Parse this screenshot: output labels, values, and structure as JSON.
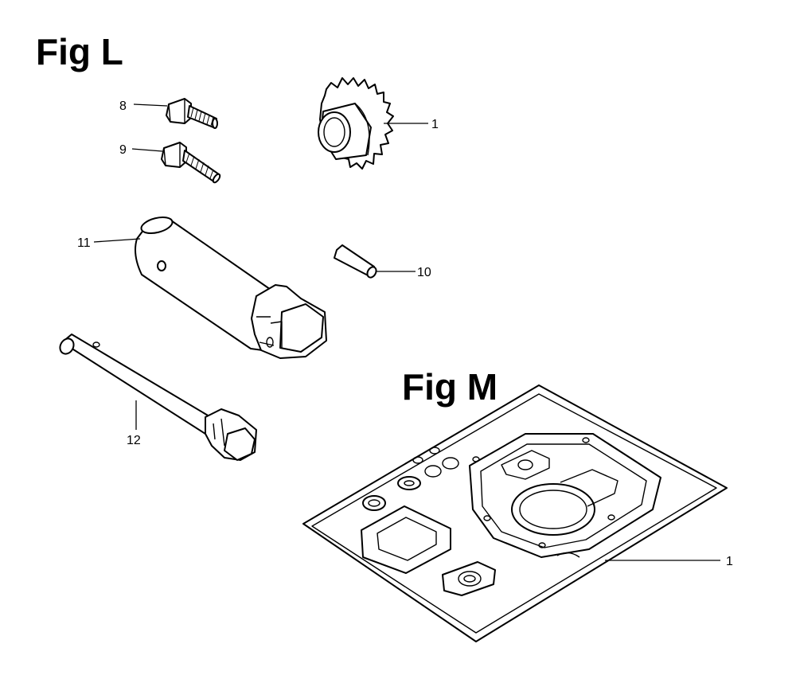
{
  "figures": {
    "fig_l": {
      "title": "Fig L",
      "callouts": {
        "gear": "1",
        "bolt_upper": "8",
        "bolt_lower": "9",
        "pin": "10",
        "box_wrench": "11",
        "handle_bar": "12"
      }
    },
    "fig_m": {
      "title": "Fig M",
      "callouts": {
        "gasket_set": "1"
      }
    }
  },
  "colors": {
    "ink": "#000000",
    "paper": "#ffffff"
  }
}
